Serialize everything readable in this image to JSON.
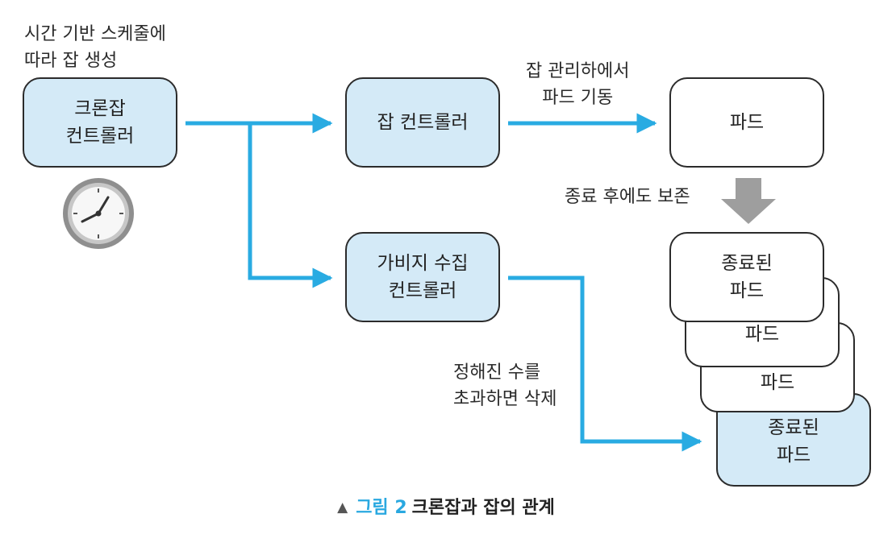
{
  "colors": {
    "arrow": "#29abe2",
    "box_fill": "#d4eaf7",
    "down_arrow": "#9e9e9e"
  },
  "annotations": {
    "cronjob_schedule": "시간 기반 스케줄에\n따라 잡 생성",
    "job_manages_pod": "잡 관리하에서\n파드 기동",
    "retained_after_finish": "종료 후에도 보존",
    "delete_over_limit": "정해진 수를\n초과하면 삭제"
  },
  "nodes": {
    "cronjob_controller": "크론잡\n컨트롤러",
    "job_controller": "잡 컨트롤러",
    "gc_controller": "가비지 수집\n컨트롤러",
    "pod": "파드",
    "finished_pod_front": "종료된\n파드",
    "pod_stack_2": "파드",
    "pod_stack_3": "파드",
    "finished_pod_deleted": "종료된\n파드"
  },
  "icons": {
    "clock": "clock-icon",
    "caption_marker": "triangle-up-icon"
  },
  "caption": {
    "marker": "▲",
    "figure_label": "그림 2",
    "title": "크론잡과 잡의 관계"
  }
}
